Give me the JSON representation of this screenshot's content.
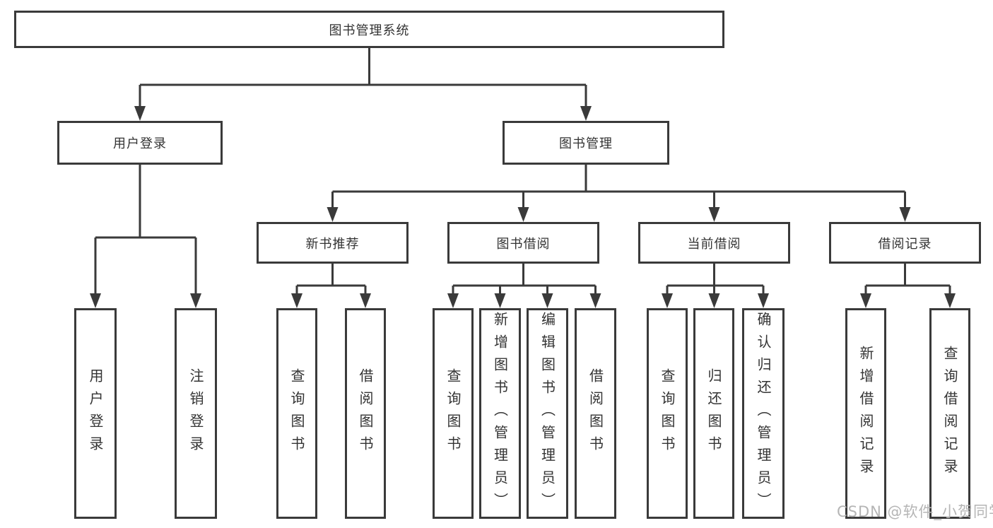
{
  "colors": {
    "line": "#3a3a3a",
    "box_border": "#3a3a3a",
    "text": "#333333",
    "background": "#ffffff",
    "watermark": "#b5b5b5"
  },
  "watermark": {
    "text": "CSDN @软件_小贺同学"
  },
  "diagram": {
    "root": {
      "label": "图书管理系统"
    },
    "level2": [
      {
        "label": "用户登录"
      },
      {
        "label": "图书管理"
      }
    ],
    "level3": [
      {
        "label": "新书推荐"
      },
      {
        "label": "图书借阅"
      },
      {
        "label": "当前借阅"
      },
      {
        "label": "借阅记录"
      }
    ],
    "leaves": {
      "user_login": [
        {
          "label": "用户登录"
        },
        {
          "label": "注销登录"
        }
      ],
      "new_book_rec": [
        {
          "label": "查询图书"
        },
        {
          "label": "借阅图书"
        }
      ],
      "book_borrow": [
        {
          "label": "查询图书"
        },
        {
          "label": "新增图书（管理员）"
        },
        {
          "label": "编辑图书（管理员）"
        },
        {
          "label": "借阅图书"
        }
      ],
      "current_borrow": [
        {
          "label": "查询图书"
        },
        {
          "label": "归还图书"
        },
        {
          "label": "确认归还（管理员）"
        }
      ],
      "borrow_records": [
        {
          "label": "新增借阅记录"
        },
        {
          "label": "查询借阅记录"
        }
      ]
    }
  }
}
